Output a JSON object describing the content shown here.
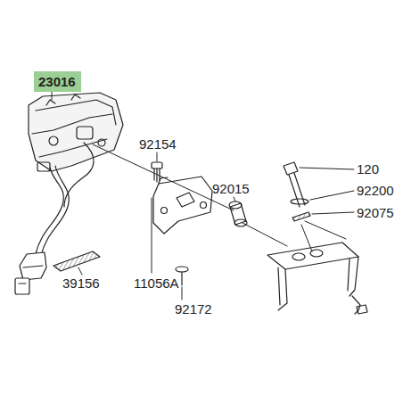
{
  "diagram": {
    "nodes": [
      {
        "text": [
          "23016"
        ]
      }
    ],
    "labels": [
      "92154",
      "92015",
      "120",
      "92200",
      "92075",
      "39156",
      "11056A",
      "92172"
    ]
  }
}
